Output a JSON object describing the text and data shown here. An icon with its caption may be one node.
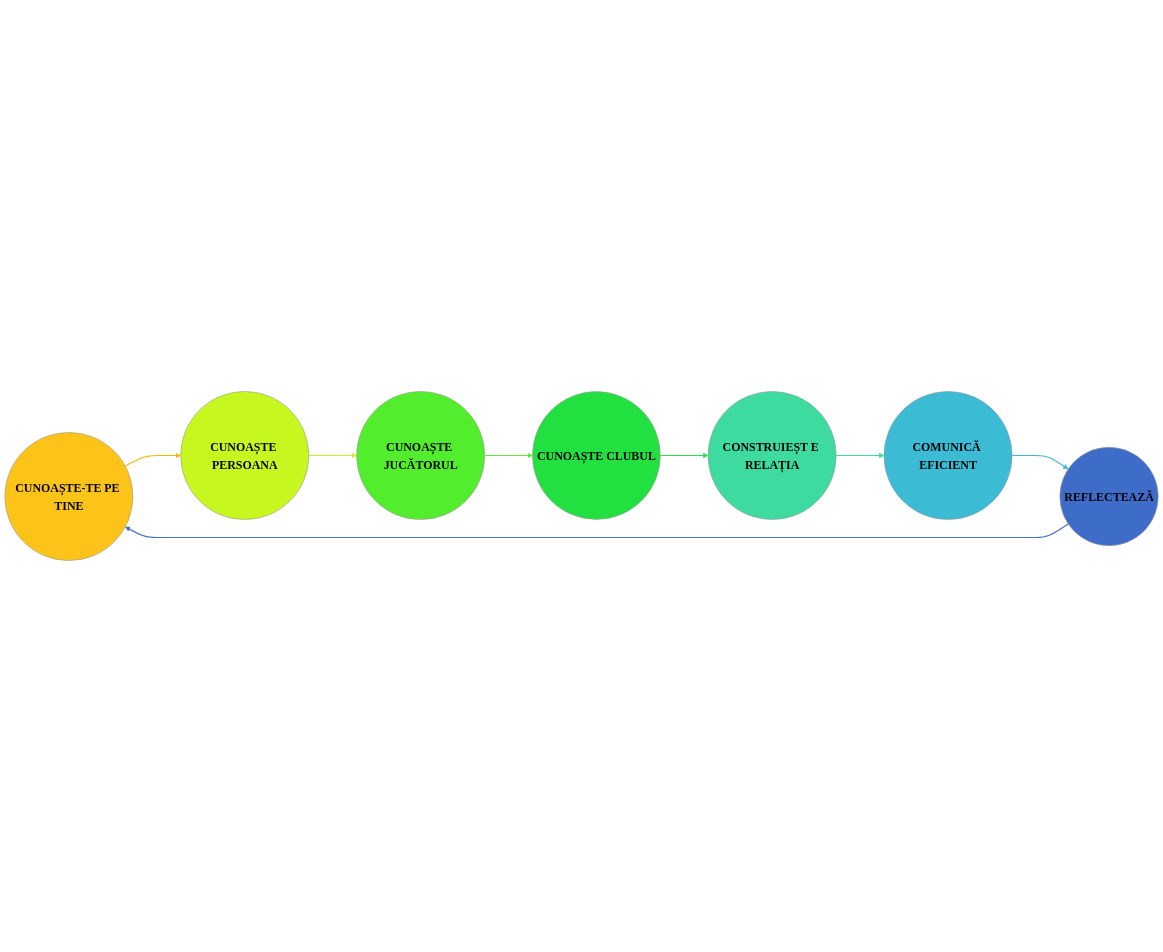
{
  "diagram": {
    "nodes": [
      {
        "text": [
          "CUNOAȘTE-TE PE TINE"
        ]
      },
      {
        "text": [
          "CUNOAȘTE PERSOANA"
        ]
      },
      {
        "text": [
          "CUNOAȘTE JUCĂTORUL"
        ]
      },
      {
        "text": [
          "CUNOAȘTE CLUBUL"
        ]
      },
      {
        "text": [
          "CONSTRUIEȘT E RELAȚIA"
        ]
      },
      {
        "text": [
          "COMUNICĂ EFICIENT"
        ]
      },
      {
        "text": [
          "REFLECTEAZĂ"
        ]
      }
    ],
    "edges": [
      {
        "from": 0,
        "to": 1,
        "arrow": "to",
        "color": "#f5b800"
      },
      {
        "from": 1,
        "to": 2,
        "arrow": "to",
        "color": "#c8f02a"
      },
      {
        "from": 2,
        "to": 3,
        "arrow": "to",
        "color": "#62e83a"
      },
      {
        "from": 3,
        "to": 4,
        "arrow": "to",
        "color": "#2ede4a"
      },
      {
        "from": 4,
        "to": 5,
        "arrow": "to",
        "color": "#3ddba0"
      },
      {
        "from": 5,
        "to": 6,
        "arrow": "to",
        "color": "#3bb8d0"
      },
      {
        "from": 6,
        "to": 0,
        "arrow": "to",
        "color": "#4a73cc"
      }
    ]
  }
}
